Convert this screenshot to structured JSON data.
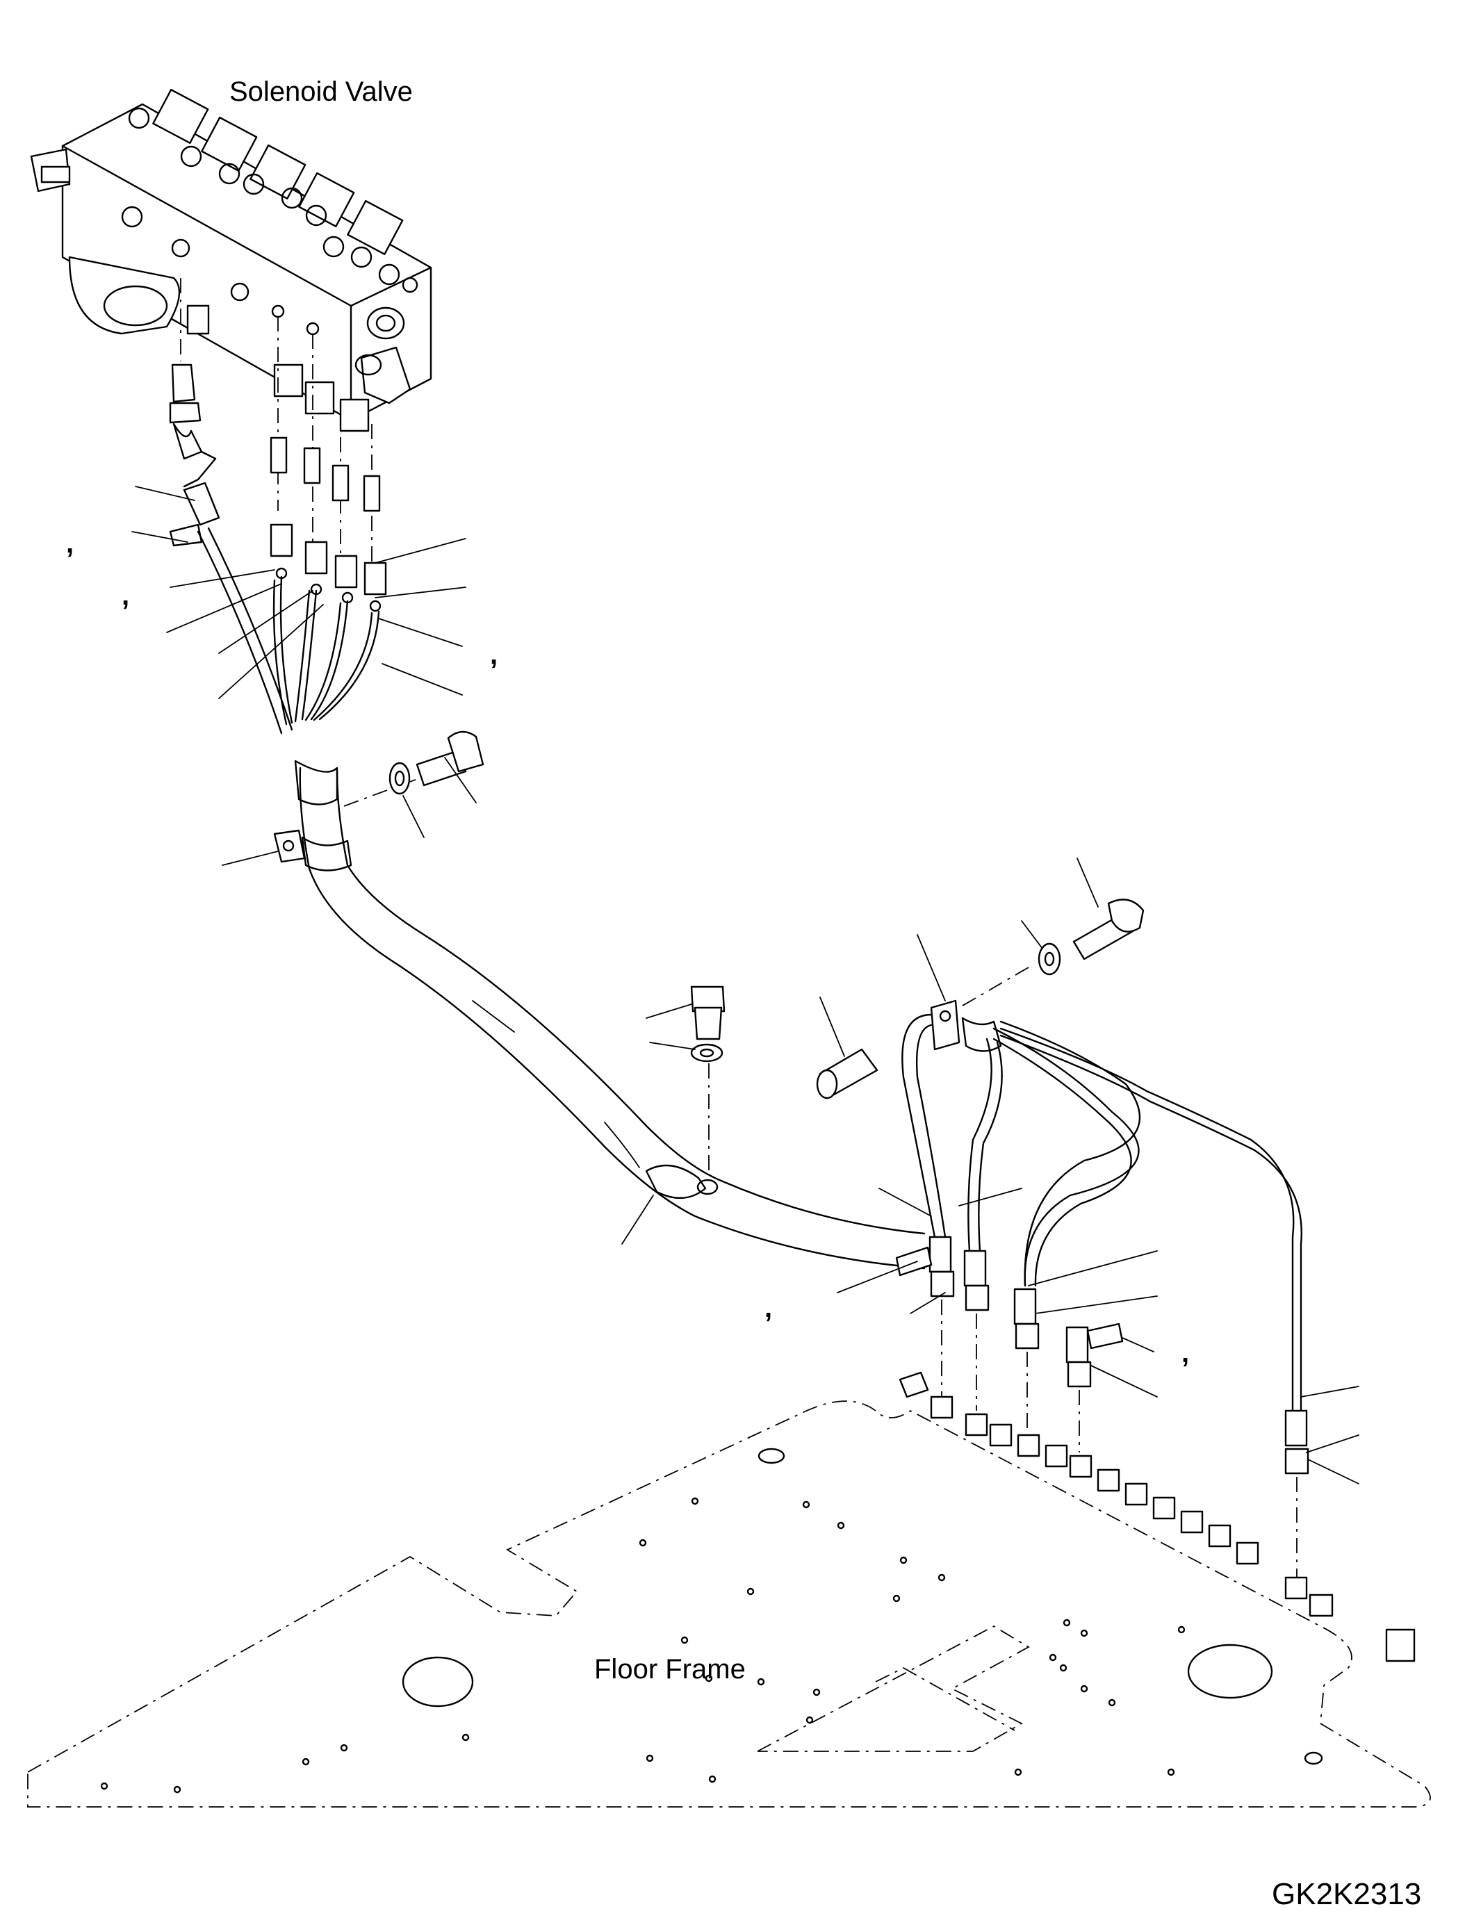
{
  "labels": {
    "solenoid_valve": "Solenoid Valve",
    "floor_frame": "Floor Frame",
    "drawing_code": "GK2K2313"
  },
  "marks": {
    "comma": ","
  }
}
